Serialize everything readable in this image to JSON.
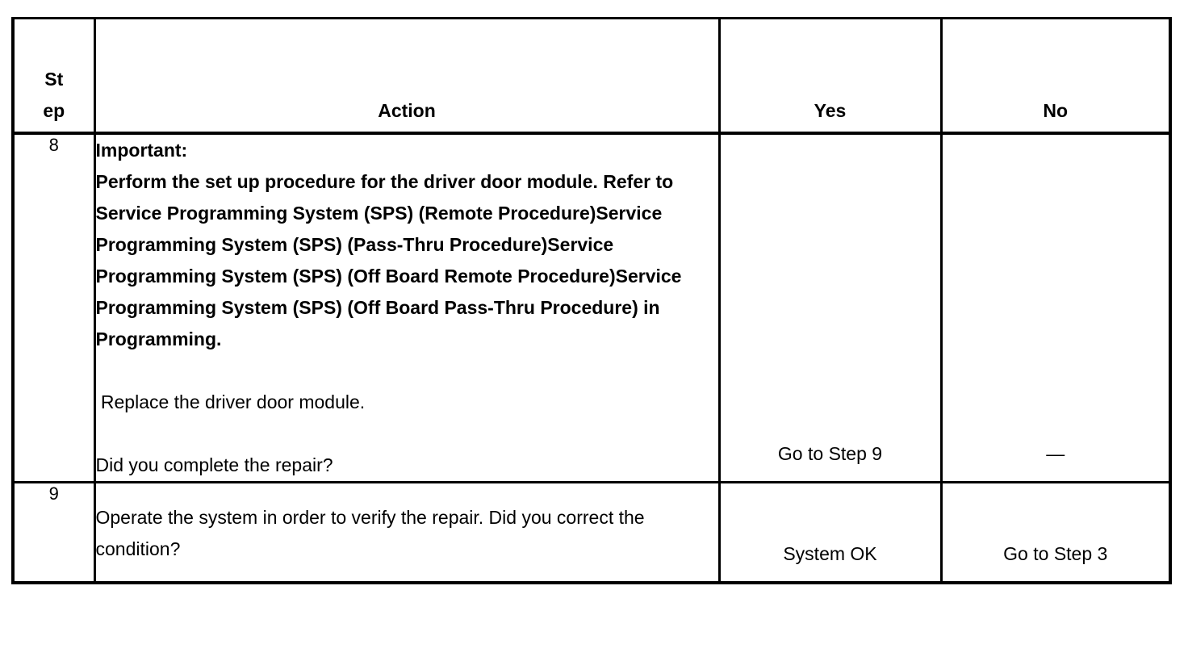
{
  "table": {
    "headers": {
      "step_line1": "St",
      "step_line2": "ep",
      "action": "Action",
      "yes": "Yes",
      "no": "No"
    },
    "rows": [
      {
        "step": "8",
        "action": {
          "important_label": "Important:",
          "important_body": "Perform the set up procedure for the driver door module. Refer to Service Programming System (SPS) (Remote Procedure)Service Programming System (SPS) (Pass-Thru Procedure)Service Programming System (SPS) (Off Board Remote Procedure)Service Programming System (SPS) (Off Board Pass-Thru Procedure) in Programming.",
          "instruction": " Replace the driver door module.",
          "question": "Did you complete the repair?"
        },
        "yes": "Go to Step 9",
        "no": "—"
      },
      {
        "step": "9",
        "action": {
          "question": "Operate the system in order to verify the repair. Did you correct the condition?"
        },
        "yes": "System OK",
        "no": "Go to Step 3"
      }
    ]
  }
}
